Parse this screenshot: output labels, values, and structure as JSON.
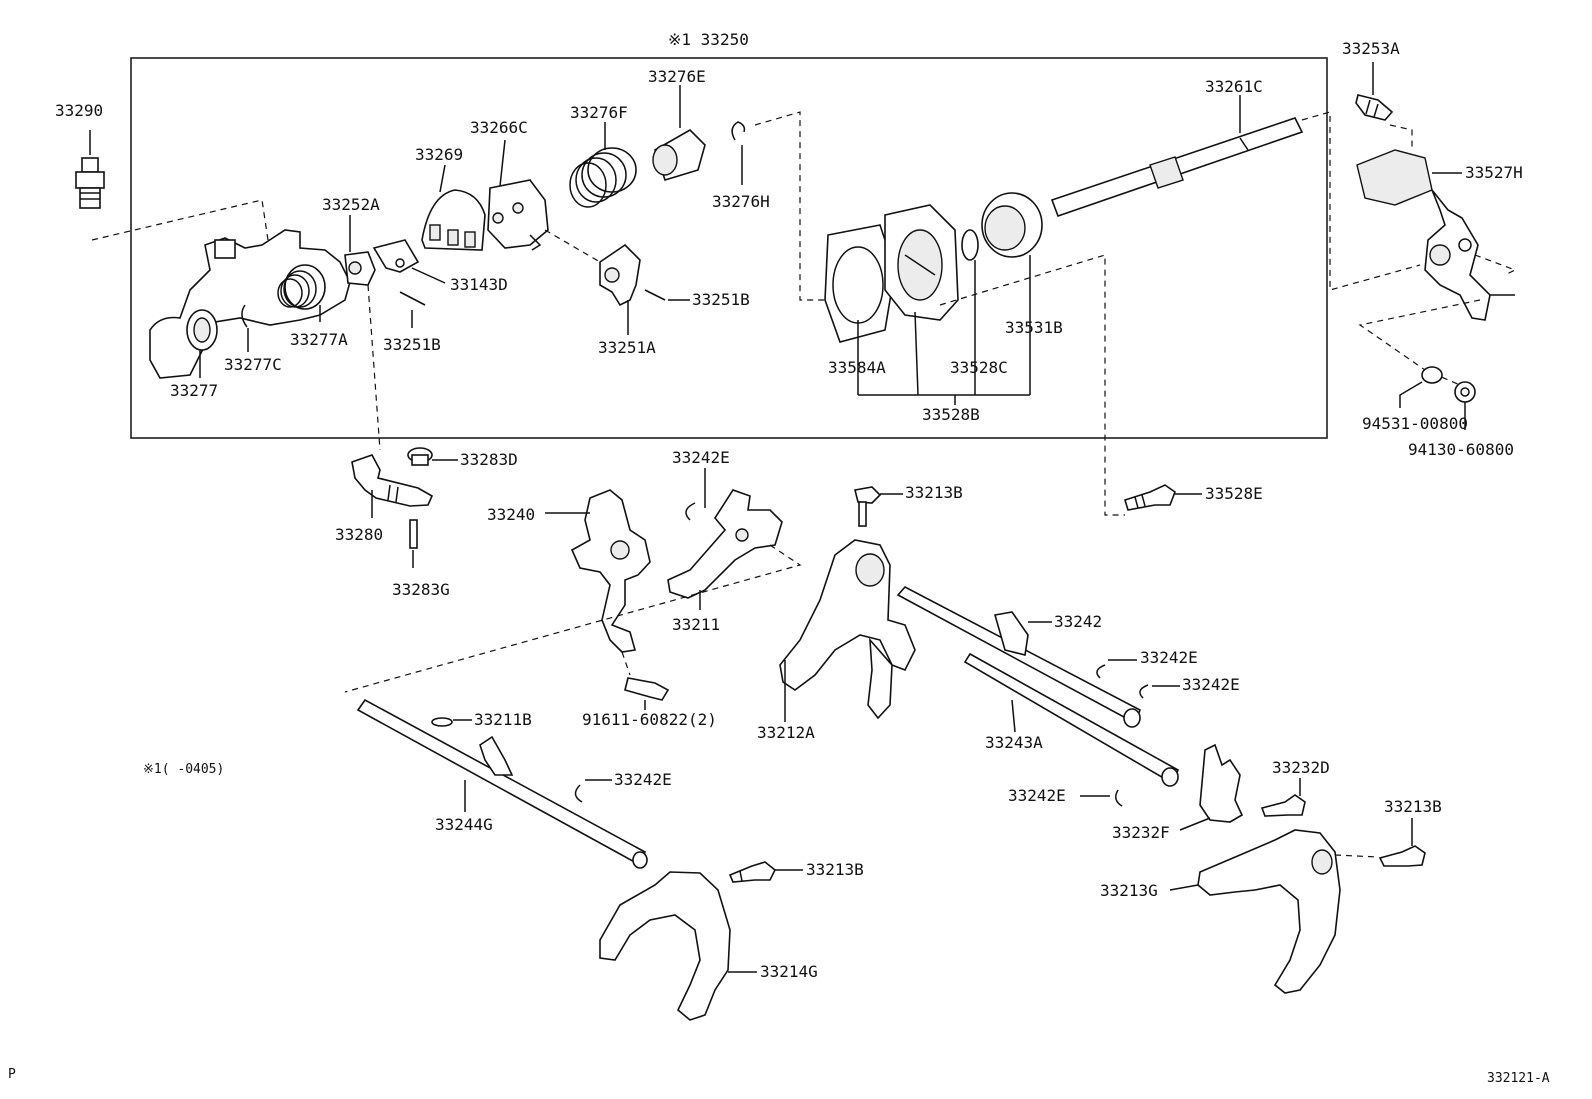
{
  "group_label": "※1 33250",
  "footnote": "※1(    -0405)",
  "corner_mark": "P",
  "diagram_id": "332121-A",
  "labels": {
    "p33290": "33290",
    "p33252A": "33252A",
    "p33269": "33269",
    "p33266C": "33266C",
    "p33276F": "33276F",
    "p33276E": "33276E",
    "p33276H": "33276H",
    "p33261C": "33261C",
    "p33253A": "33253A",
    "p33527H": "33527H",
    "p33143D": "33143D",
    "p33251B_a": "33251B",
    "p33251B_b": "33251B",
    "p33251A": "33251A",
    "p33277": "33277",
    "p33277C": "33277C",
    "p33277A": "33277A",
    "p33584A": "33584A",
    "p33528C": "33528C",
    "p33531B": "33531B",
    "p33528B": "33528B",
    "p94531": "94531-00800",
    "p94130": "94130-60800",
    "p33283D": "33283D",
    "p33280": "33280",
    "p33283G": "33283G",
    "p33240": "33240",
    "p33242E_a": "33242E",
    "p33211": "33211",
    "p91611": "91611-60822(2)",
    "p33213B_a": "33213B",
    "p33528E": "33528E",
    "p33242": "33242",
    "p33242E_b": "33242E",
    "p33242E_c": "33242E",
    "p33212A": "33212A",
    "p33243A": "33243A",
    "p33211B": "33211B",
    "p33242E_d": "33242E",
    "p33244G": "33244G",
    "p33242E_e": "33242E",
    "p33232D": "33232D",
    "p33213B_b": "33213B",
    "p33232F": "33232F",
    "p33213B_c": "33213B",
    "p33213G": "33213G",
    "p33214G": "33214G"
  }
}
